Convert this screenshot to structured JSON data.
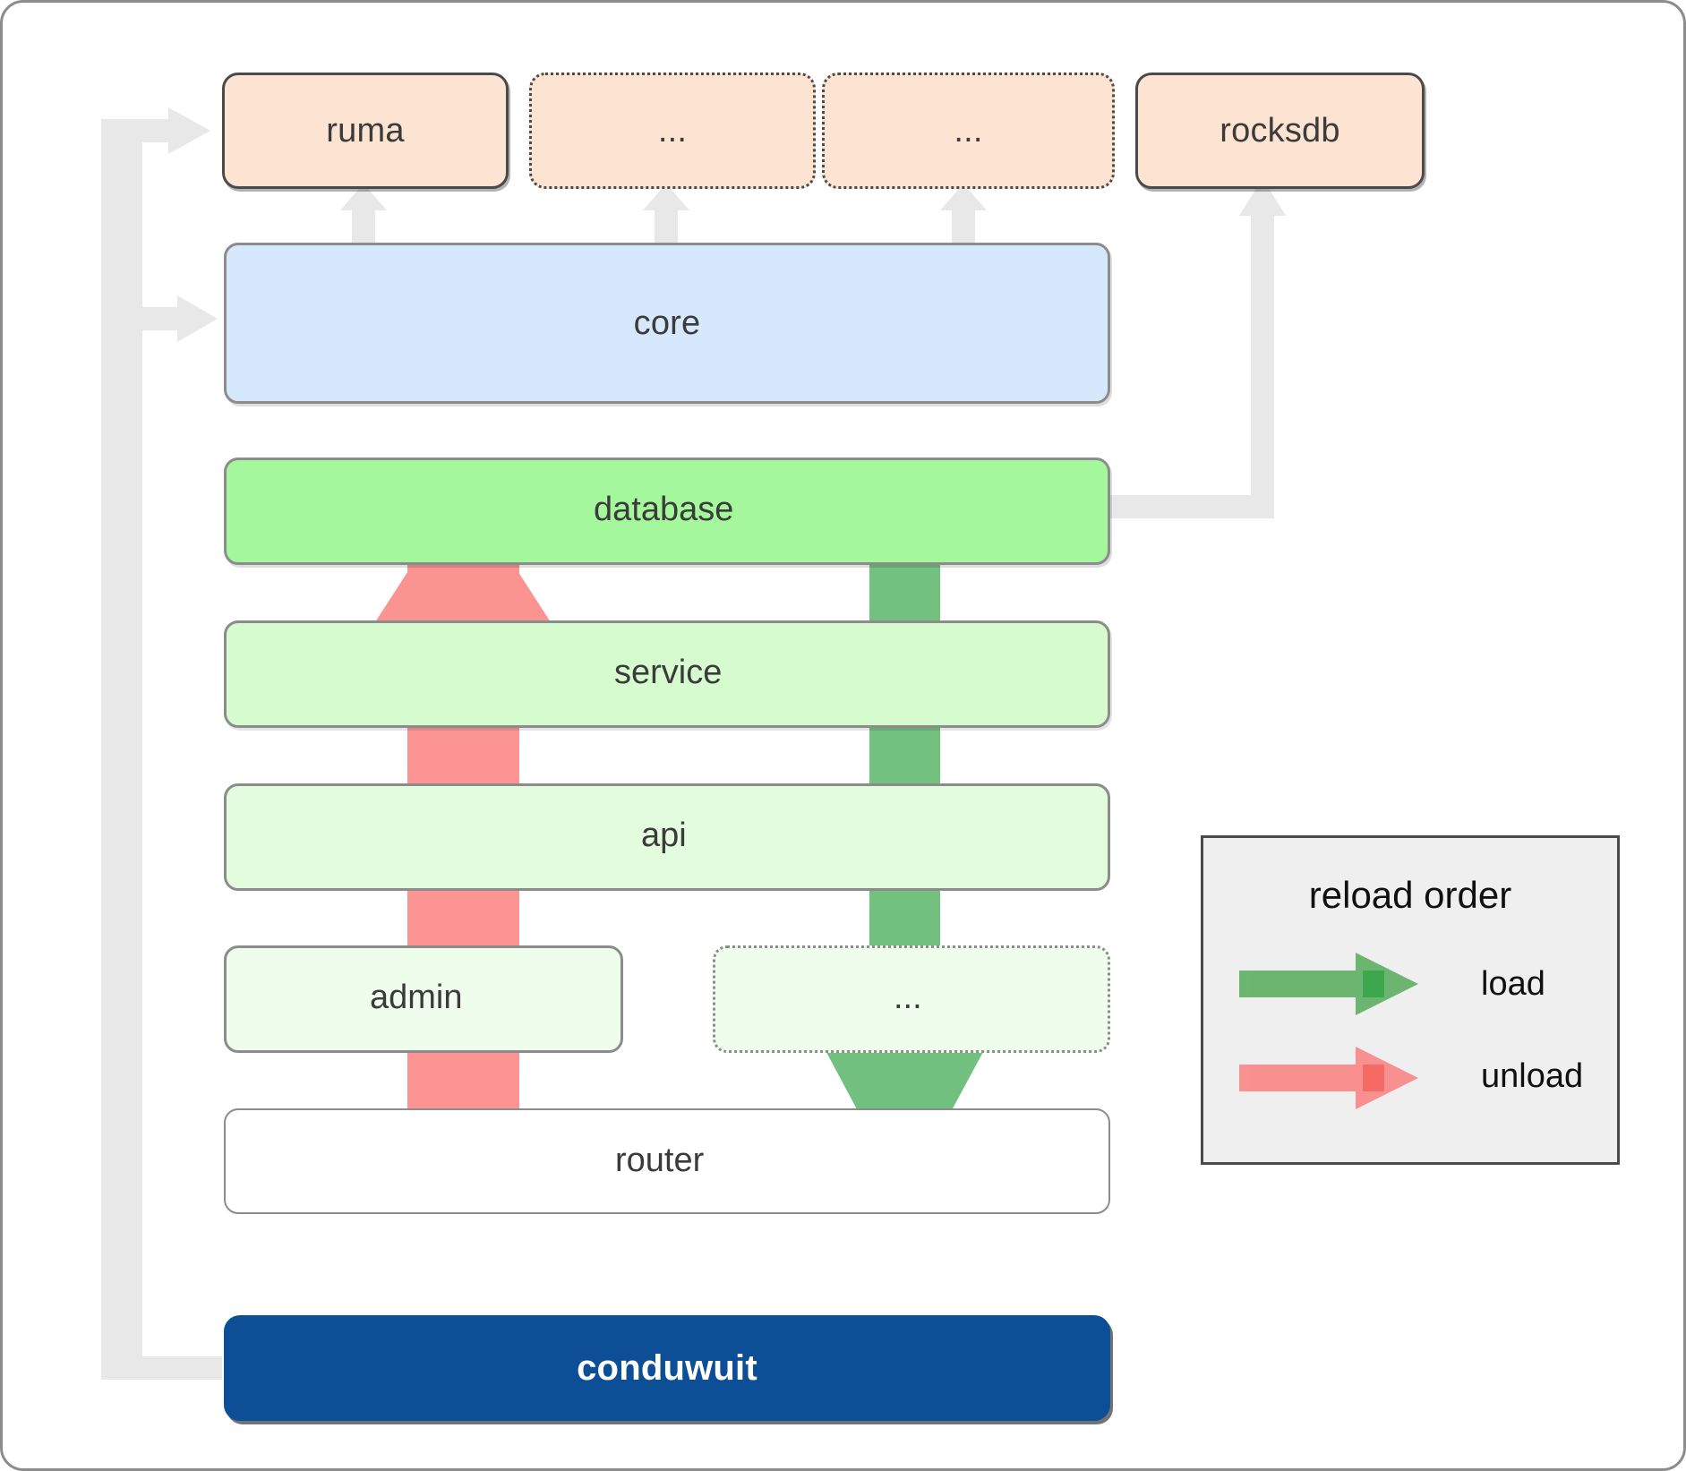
{
  "diagram": {
    "title": "conduwuit crate layer / reload order diagram",
    "colors": {
      "dependency_fill": "#fde3d2",
      "core_fill": "#d6e8fb",
      "database_fill": "#a5f79b",
      "service_fill": "#d5fbcf",
      "api_fill": "#e2fcdd",
      "admin_fill": "#effdec",
      "router_fill": "#ffffff",
      "app_fill": "#0c4f97",
      "connector": "#e8e8e8",
      "load_arrow": "#56ab5b",
      "unload_arrow": "#fa8080",
      "legend_bg": "#efefef"
    },
    "dependencies": [
      {
        "id": "ruma",
        "label": "ruma",
        "style": "solid"
      },
      {
        "id": "dep-more-1",
        "label": "...",
        "style": "dotted"
      },
      {
        "id": "dep-more-2",
        "label": "...",
        "style": "dotted"
      },
      {
        "id": "rocksdb",
        "label": "rocksdb",
        "style": "solid"
      }
    ],
    "layers": [
      {
        "id": "core",
        "label": "core",
        "style": "solid"
      },
      {
        "id": "database",
        "label": "database",
        "style": "solid"
      },
      {
        "id": "service",
        "label": "service",
        "style": "solid"
      },
      {
        "id": "api",
        "label": "api",
        "style": "solid"
      },
      {
        "id": "admin",
        "label": "admin",
        "style": "solid"
      },
      {
        "id": "layer-more",
        "label": "...",
        "style": "dotted"
      },
      {
        "id": "router",
        "label": "router",
        "style": "solid"
      }
    ],
    "application": {
      "id": "conduwuit",
      "label": "conduwuit"
    },
    "legend": {
      "title": "reload order",
      "entries": [
        {
          "id": "load",
          "label": "load",
          "color": "#56ab5b"
        },
        {
          "id": "unload",
          "label": "unload",
          "color": "#fa8080"
        }
      ]
    }
  }
}
